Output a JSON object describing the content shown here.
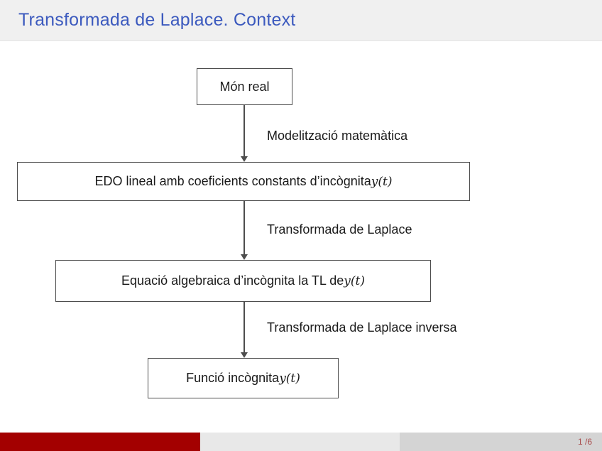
{
  "slide": {
    "title": "Transformada de Laplace. Context",
    "page_indicator": "1 /6",
    "colors": {
      "title_blue": "#3c5abe",
      "header_bg": "#f0f0f0",
      "footer_red": "#a30000",
      "footer_gray_light": "#e8e8e8",
      "footer_gray_dark": "#d4d4d4",
      "page_number_red": "#a84c4c",
      "box_border": "#4d4d4d"
    }
  },
  "diagram": {
    "nodes": [
      {
        "id": "mon-real",
        "text": "Món real",
        "math": ""
      },
      {
        "id": "edo",
        "text": "EDO lineal amb coeficients constants d’incògnita ",
        "math": "y(t)"
      },
      {
        "id": "equacio",
        "text": "Equació algebraica d’incògnita la TL de ",
        "math": "y(t)"
      },
      {
        "id": "funcio",
        "text": "Funció incògnita ",
        "math": "y(t)"
      }
    ],
    "edges": [
      {
        "label": "Modelització matemàtica"
      },
      {
        "label": "Transformada de Laplace"
      },
      {
        "label": "Transformada de Laplace inversa"
      }
    ]
  }
}
